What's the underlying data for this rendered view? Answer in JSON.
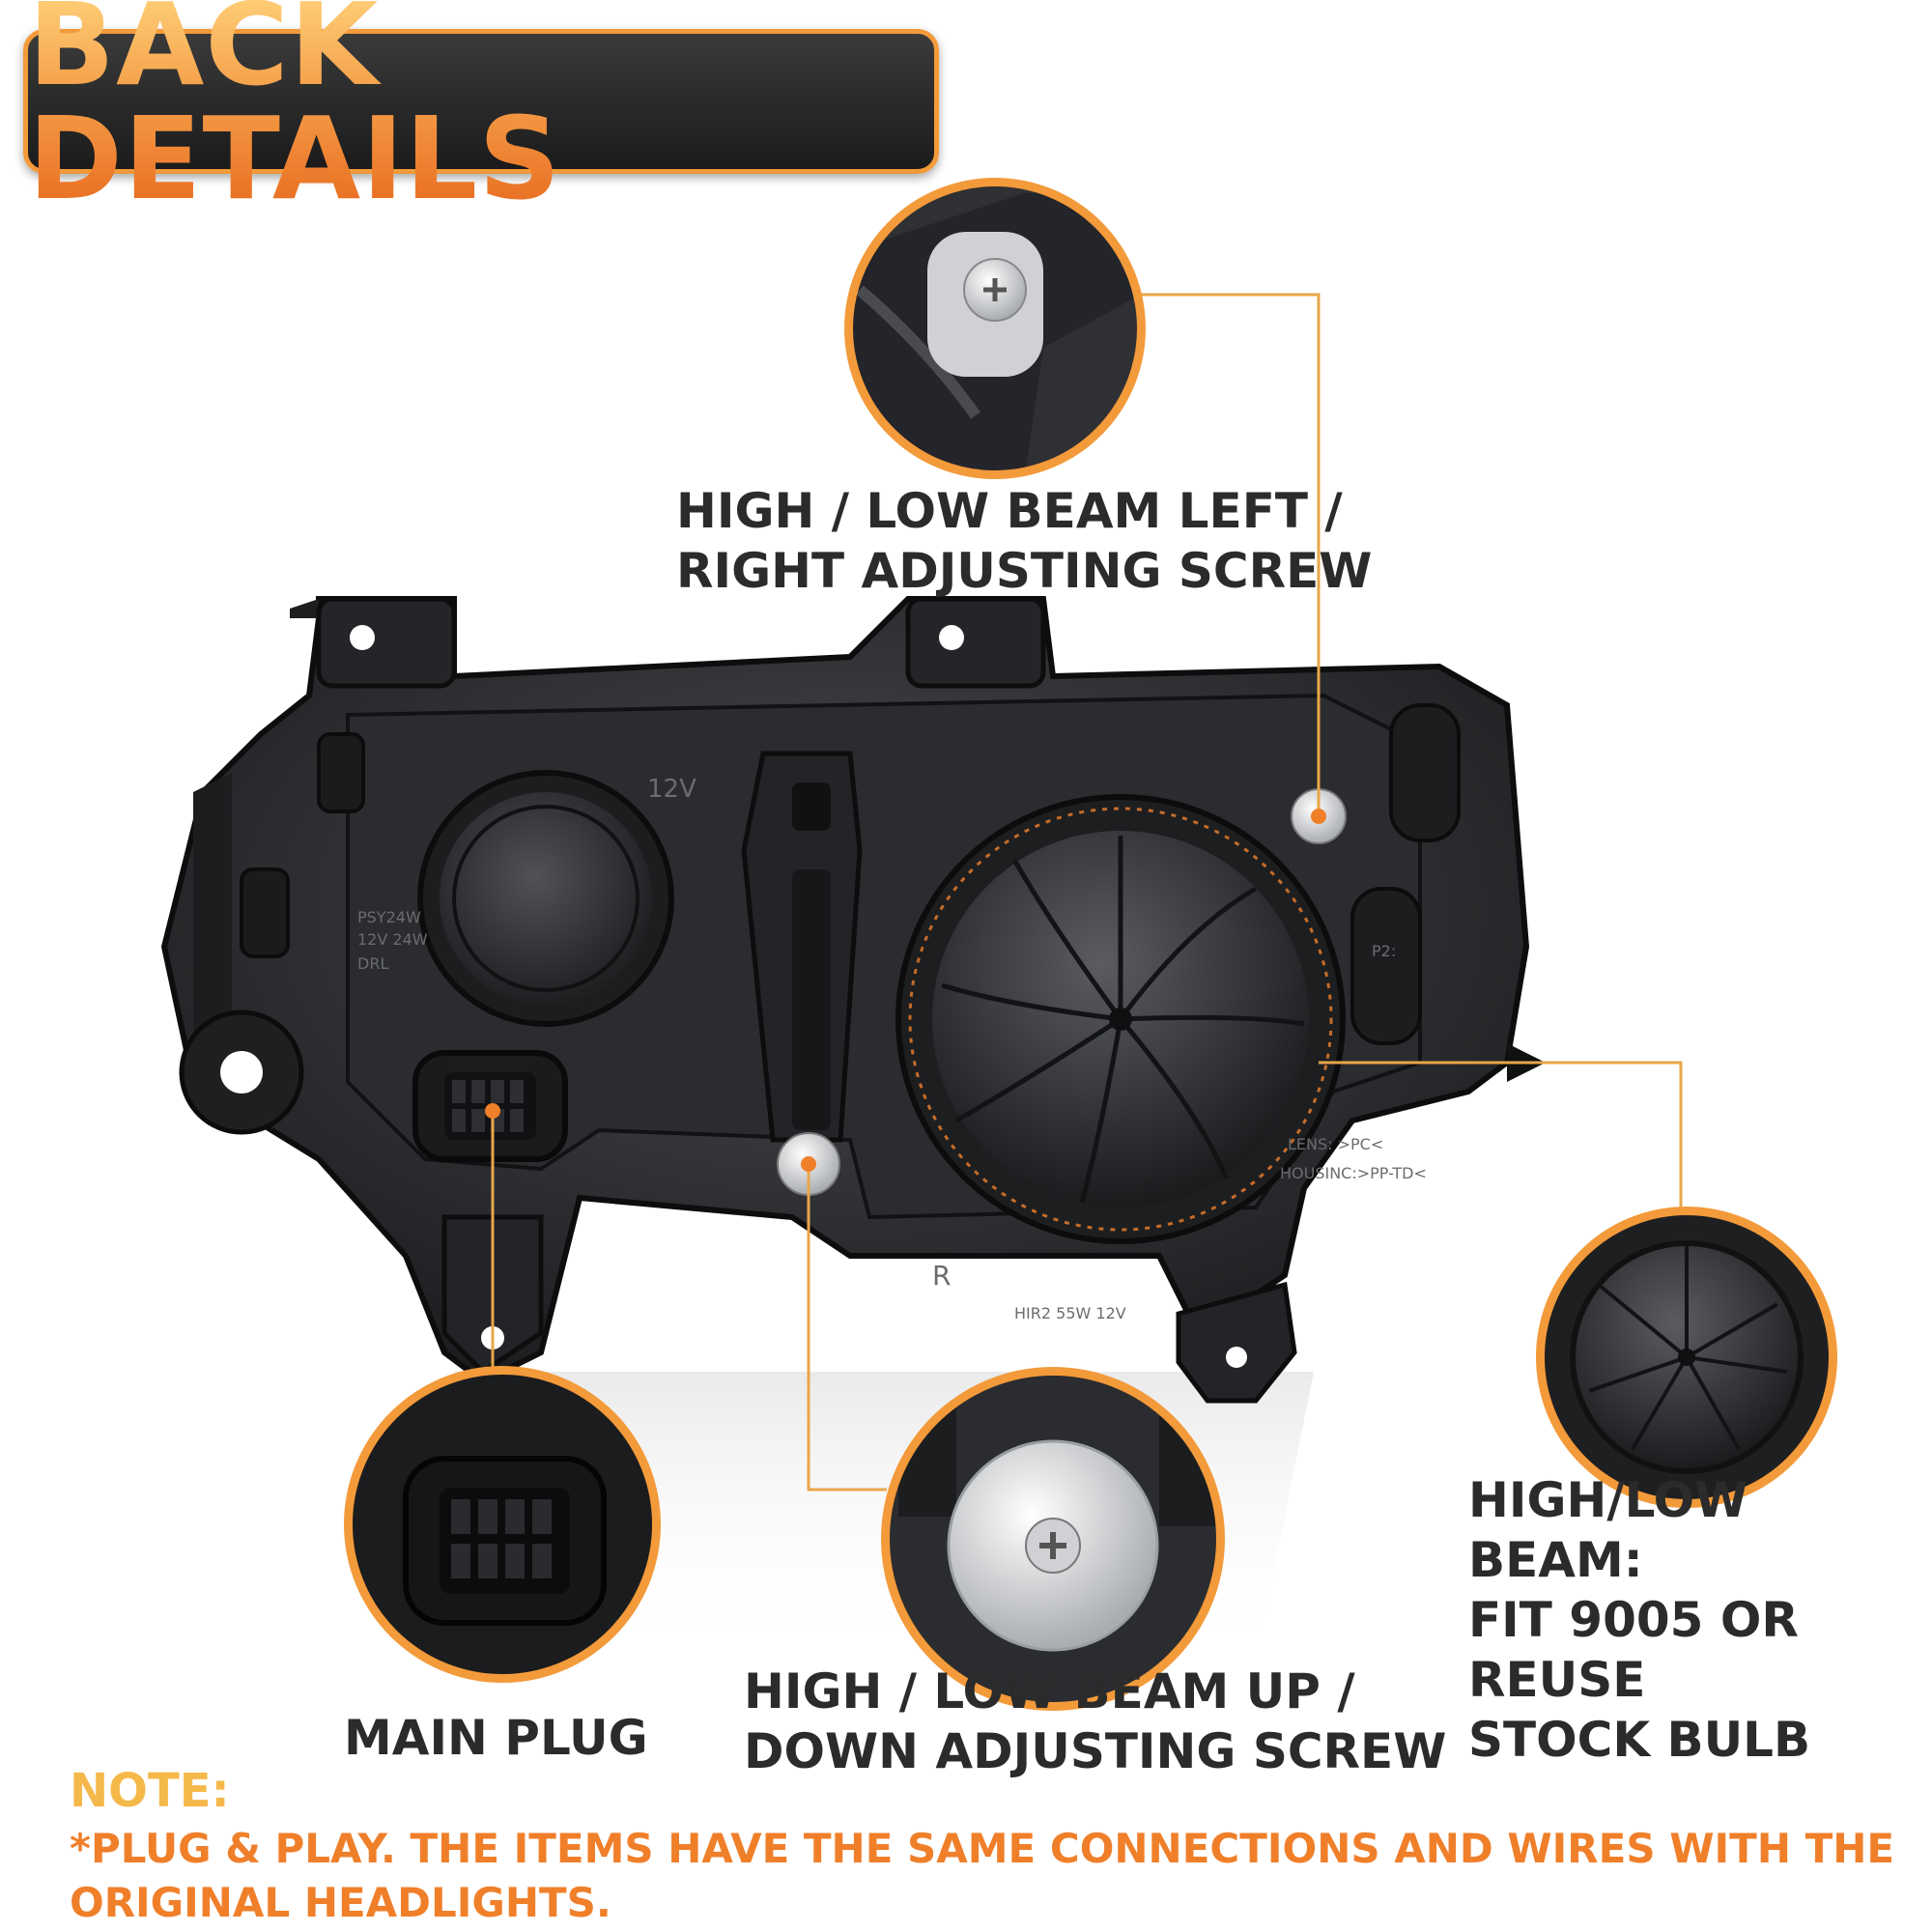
{
  "title": "BACK DETAILS",
  "callouts": {
    "left_right_screw": "HIGH / LOW BEAM LEFT /\nRIGHT ADJUSTING SCREW",
    "high_low_beam": "HIGH/LOW BEAM:\nFIT 9005 OR REUSE\nSTOCK BULB",
    "up_down_screw": "HIGH / LOW BEAM UP /\nDOWN ADJUSTING SCREW",
    "main_plug": "MAIN PLUG"
  },
  "note": {
    "heading": "NOTE:",
    "body": "*PLUG & PLAY. THE ITEMS HAVE THE SAME CONNECTIONS AND WIRES WITH THE\nORIGINAL HEADLIGHTS."
  },
  "housing_markings": {
    "voltage": "12V",
    "psy": "PSY24W",
    "psy_spec": "12V  24W",
    "drl": "DRL",
    "lens": "LENS: >PC<",
    "housing": "HOUSINC:>PP-TD<",
    "side": "R",
    "bulb_spec": "HIR2   55W   12V",
    "p2": "P2:"
  },
  "colors": {
    "accent": "#f39a3a",
    "leader_line": "#e8a74a",
    "dot": "#f07f2a",
    "note_heading": "#f5b84a",
    "note_body": "#f07f2a",
    "label": "#2b2b2b"
  }
}
